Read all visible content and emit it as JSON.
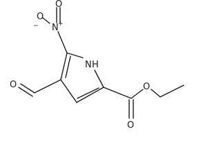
{
  "molecule": {
    "atoms": {
      "o_nitro_minus": "O",
      "o_nitro_minus_charge": "−",
      "n_nitro": "N",
      "n_nitro_charge": "+",
      "o_nitro_double": "O",
      "o_formyl": "O",
      "n_ring": "N",
      "h_ring": "H",
      "o_ester_single": "O",
      "o_ester_double": "O"
    }
  }
}
